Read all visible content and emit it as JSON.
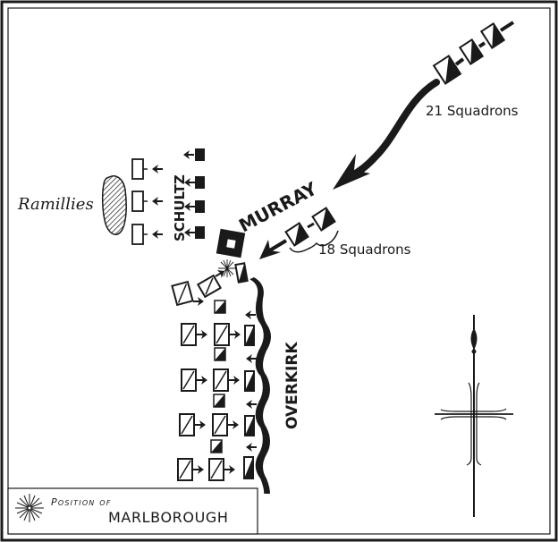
{
  "map": {
    "title": "Battle of Ramillies – Marlborough's position",
    "colors": {
      "ink": "#1a1a1a",
      "paper": "#ffffff"
    },
    "labels": {
      "village": "Ramillies",
      "schultz": "SCHULTZ",
      "murray": "MURRAY",
      "overkirk": "OVERKIRK",
      "squadrons_21": "21 Squadrons",
      "squadrons_18": "18 Squadrons"
    },
    "legend": {
      "line1": "Position of",
      "line2": "MARLBOROUGH",
      "icon": "starburst-icon"
    },
    "compass": {
      "icon": "north-arrow-icon"
    }
  }
}
